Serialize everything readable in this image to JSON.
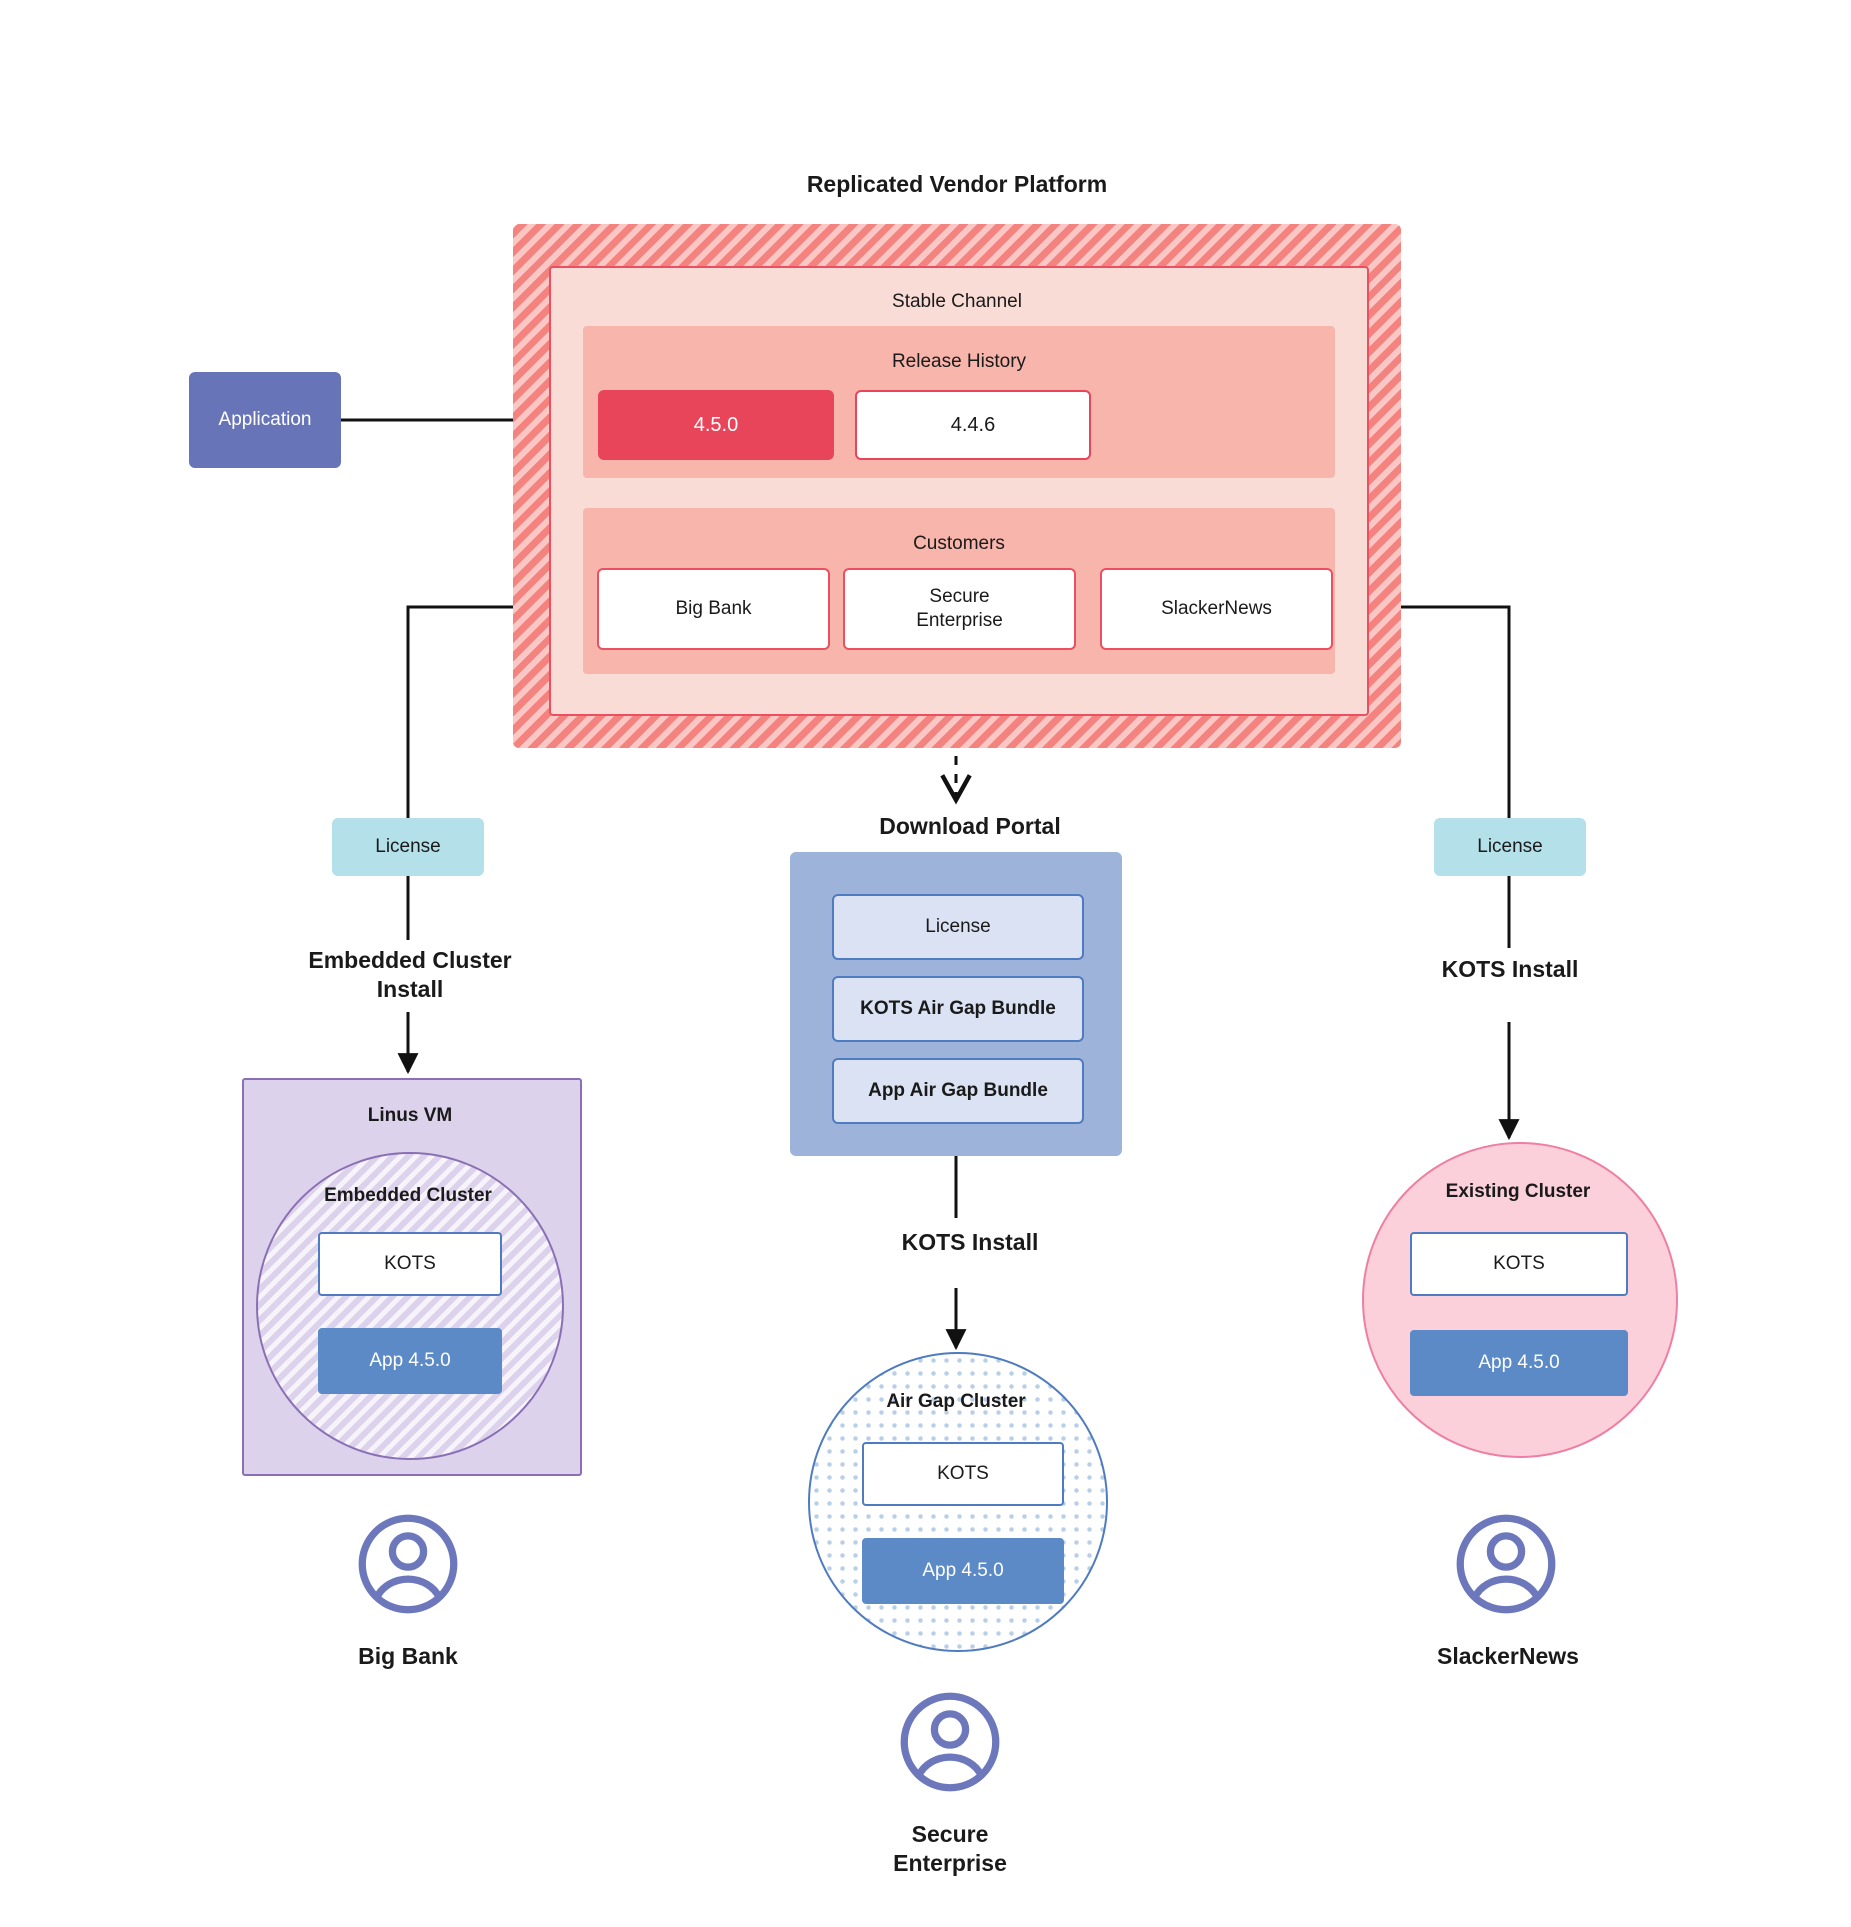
{
  "diagram": {
    "title": "Replicated Vendor Platform",
    "platform": {
      "channel": {
        "label": "Stable Channel",
        "release_history": {
          "label": "Release History",
          "releases": [
            {
              "version": "4.5.0",
              "state": "current"
            },
            {
              "version": "4.4.6",
              "state": "previous"
            }
          ]
        },
        "customers": {
          "label": "Customers",
          "items": [
            {
              "name": "Big Bank"
            },
            {
              "name": "Secure\nEnterprise"
            },
            {
              "name": "SlackerNews"
            }
          ]
        }
      }
    },
    "application": {
      "label": "Application"
    },
    "licenses": {
      "left_label": "License",
      "right_label": "License"
    },
    "captions": {
      "embedded_cluster_install": "Embedded Cluster\nInstall",
      "kots_install_right": "KOTS Install",
      "kots_install_center": "KOTS Install"
    },
    "download_portal": {
      "title": "Download  Portal",
      "items": [
        {
          "label": "License"
        },
        {
          "label": "KOTS Air Gap Bundle"
        },
        {
          "label": "App Air Gap Bundle"
        }
      ]
    },
    "targets": {
      "left": {
        "host_label": "Linus VM",
        "cluster_label": "Embedded Cluster",
        "kots_label": "KOTS",
        "app_label": "App 4.5.0",
        "person": "Big Bank"
      },
      "center": {
        "cluster_label": "Air Gap Cluster",
        "kots_label": "KOTS",
        "app_label": "App 4.5.0",
        "person": "Secure\nEnterprise"
      },
      "right": {
        "cluster_label": "Existing Cluster",
        "kots_label": "KOTS",
        "app_label": "App 4.5.0",
        "person": "SlackerNews"
      }
    },
    "colors": {
      "platform_hatch": "#f4837f",
      "channel_fill": "#fadcd7",
      "panel_fill": "#f7b5ac",
      "release_current": "#e8455a",
      "outline_red": "#ec4f5f",
      "application": "#6874b8",
      "license": "#b4e1e9",
      "portal": "#9db3da",
      "portal_item": "#dbe2f4",
      "vm_purple": "#dcd2ec",
      "vm_outline": "#8a6fb5",
      "app_blue": "#5b8ac6",
      "kots_outline": "#4f7cc0",
      "existing_pink": "#fbd0da",
      "existing_outline": "#ef7fa2",
      "avatar": "#6c78bb"
    }
  }
}
